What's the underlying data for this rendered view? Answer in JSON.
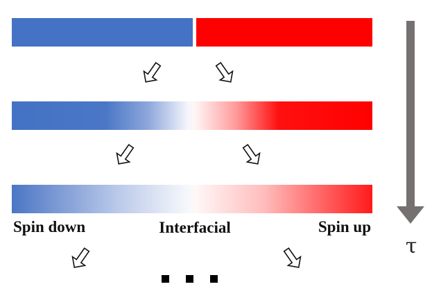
{
  "colors": {
    "spin_down": "#4472c4",
    "spin_up": "#ff0000",
    "time_arrow": "#767171",
    "arrow_stroke": "#111111"
  },
  "bars": [
    {
      "stage": 1,
      "profile": "sharp-interface"
    },
    {
      "stage": 2,
      "profile": "partially-mixed"
    },
    {
      "stage": 3,
      "profile": "broadly-mixed"
    }
  ],
  "labels": {
    "left": "Spin down",
    "middle": "Interfacial",
    "right": "Spin up"
  },
  "time_arrow": {
    "symbol": "τ",
    "icon": "down-arrow-icon"
  },
  "continuation": "..."
}
